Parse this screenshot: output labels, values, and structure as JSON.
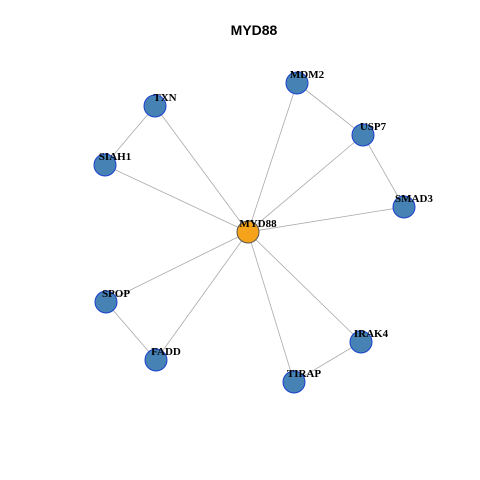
{
  "title": "MYD88",
  "colors": {
    "hub_fill": "#f5a31a",
    "node_fill": "#4682b4",
    "node_stroke": "#1a3fcf",
    "edge": "#aaaaaa"
  },
  "nodes": [
    {
      "id": "MYD88",
      "label": "MYD88",
      "hub": true
    },
    {
      "id": "MDM2",
      "label": "MDM2"
    },
    {
      "id": "USP7",
      "label": "USP7"
    },
    {
      "id": "SMAD3",
      "label": "SMAD3"
    },
    {
      "id": "IRAK4",
      "label": "IRAK4"
    },
    {
      "id": "TIRAP",
      "label": "TIRAP"
    },
    {
      "id": "FADD",
      "label": "FADD"
    },
    {
      "id": "SPOP",
      "label": "SPOP"
    },
    {
      "id": "SIAH1",
      "label": "SIAH1"
    },
    {
      "id": "TXN",
      "label": "TXN"
    }
  ],
  "edges": [
    [
      "MYD88",
      "MDM2"
    ],
    [
      "MYD88",
      "USP7"
    ],
    [
      "MYD88",
      "SMAD3"
    ],
    [
      "MYD88",
      "IRAK4"
    ],
    [
      "MYD88",
      "TIRAP"
    ],
    [
      "MYD88",
      "FADD"
    ],
    [
      "MYD88",
      "SPOP"
    ],
    [
      "MYD88",
      "SIAH1"
    ],
    [
      "MYD88",
      "TXN"
    ],
    [
      "MDM2",
      "USP7"
    ],
    [
      "USP7",
      "SMAD3"
    ],
    [
      "IRAK4",
      "TIRAP"
    ],
    [
      "SPOP",
      "FADD"
    ],
    [
      "SIAH1",
      "TXN"
    ]
  ]
}
